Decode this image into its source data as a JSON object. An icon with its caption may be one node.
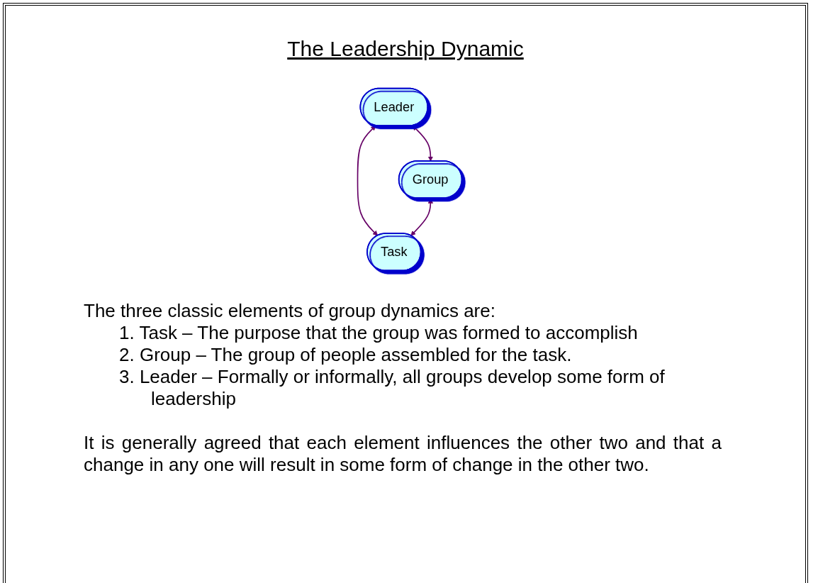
{
  "diagram": {
    "title": "The Leadership Dynamic",
    "nodes": [
      {
        "text": [
          "Leader"
        ]
      },
      {
        "text": [
          "Group"
        ]
      },
      {
        "text": [
          "Task"
        ]
      }
    ],
    "edges": [
      {
        "from": 0,
        "to": 1,
        "arrow": "both"
      },
      {
        "from": 0,
        "to": 2,
        "arrow": "both"
      },
      {
        "from": 1,
        "to": 2,
        "arrow": "both"
      }
    ],
    "labels": [
      "The three classic elements of group dynamics are:",
      "1. Task – The purpose that the group was formed to accomplish",
      "2. Group – The group of people assembled for the task.",
      "3. Leader – Formally or informally, all groups develop some form of leadership",
      "It is generally agreed that each element influences the other two and that a change in any one will result in some form of change in the other two."
    ]
  }
}
